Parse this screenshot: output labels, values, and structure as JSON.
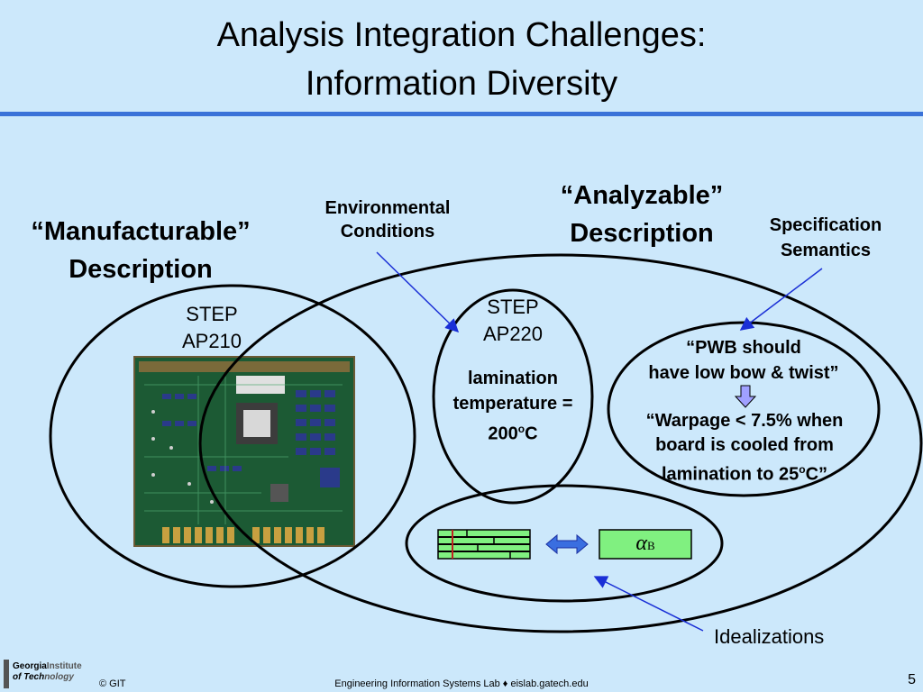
{
  "slide": {
    "title_line1": "Analysis Integration Challenges:",
    "title_line2": "Information Diversity",
    "page_number": "5"
  },
  "labels": {
    "manufacturable_1": "“Manufacturable”",
    "manufacturable_2": "Description",
    "environmental_1": "Environmental",
    "environmental_2": "Conditions",
    "analyzable_1": "“Analyzable”",
    "analyzable_2": "Description",
    "specification_1": "Specification",
    "specification_2": "Semantics",
    "step210_1": "STEP",
    "step210_2": "AP210",
    "step220_1": "STEP",
    "step220_2": "AP220",
    "lamination_1": "lamination",
    "lamination_2": "temperature =",
    "lamination_3_value": "200",
    "lamination_3_sup": "o",
    "lamination_3_unit": "C",
    "pwb_1": "“PWB should",
    "pwb_2": "have low bow & twist”",
    "warpage_1": "“Warpage < 7.5% when",
    "warpage_2": "board is cooled from",
    "warpage_3_pre": "lamination to 25",
    "warpage_3_sup": "o",
    "warpage_3_post": "C”",
    "alpha_symbol": "α",
    "alpha_subscript": "B",
    "idealizations": "Idealizations"
  },
  "footer": {
    "logo_line1_bold": "Georgia",
    "logo_line1_rest": "Institute",
    "logo_line2_bold": "of Tech",
    "logo_line2_rest": "nology",
    "copyright": "© GIT",
    "lab": "Engineering Information Systems Lab ♦ eislab.gatech.edu"
  },
  "colors": {
    "background": "#cce8fb",
    "rule": "#3a72d8",
    "arrow": "#1a2fd6",
    "idealization_green": "#80f080",
    "double_arrow": "#3a6ee0",
    "down_arrow": "#a0a0ff"
  }
}
